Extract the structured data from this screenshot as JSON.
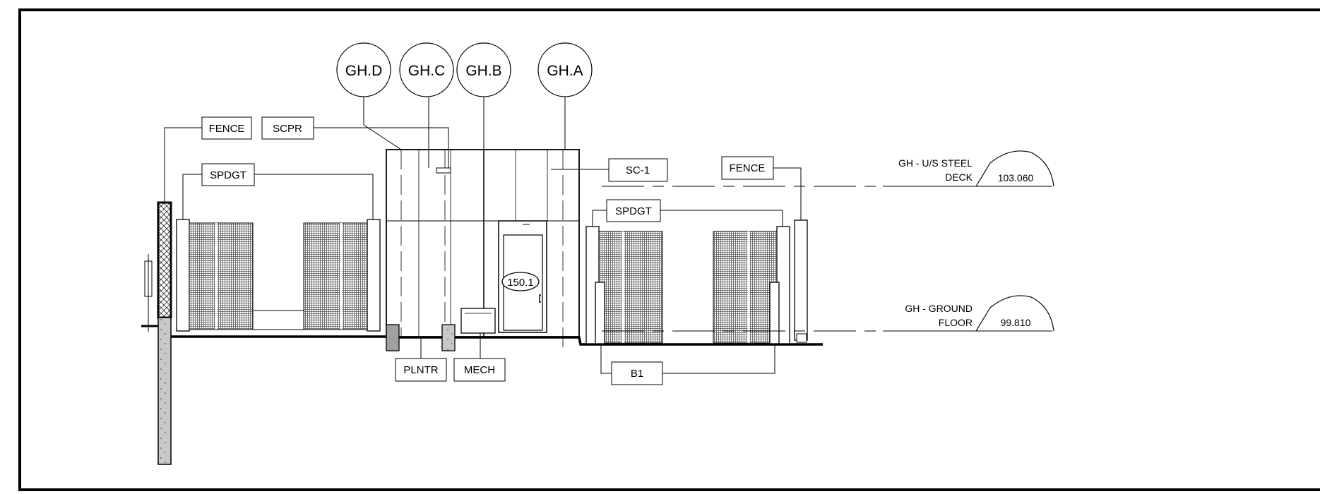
{
  "grid_markers": [
    "GH.D",
    "GH.C",
    "GH.B",
    "GH.A"
  ],
  "tags": {
    "fence_left": "FENCE",
    "scpr": "SCPR",
    "spdgt_left": "SPDGT",
    "sc1": "SC-1",
    "fence_right": "FENCE",
    "spdgt_right": "SPDGT",
    "plntr": "PLNTR",
    "mech": "MECH",
    "b1": "B1",
    "door": "150.1"
  },
  "levels": [
    {
      "name_line1": "GH - U/S STEEL",
      "name_line2": "DECK",
      "elevation": "103.060"
    },
    {
      "name_line1": "GH - GROUND",
      "name_line2": "FLOOR",
      "elevation": "99.810"
    }
  ]
}
